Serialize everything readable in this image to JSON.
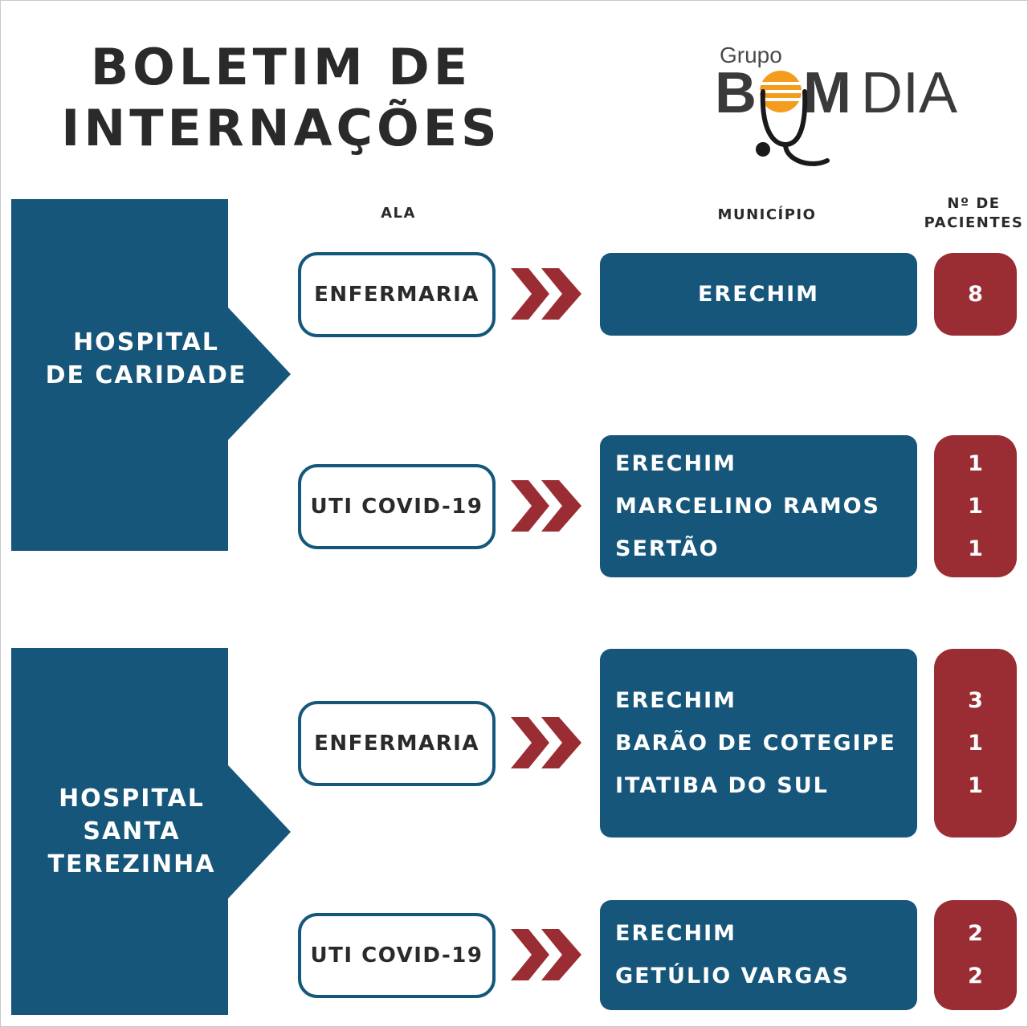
{
  "title": {
    "line1": "BOLETIM DE",
    "line2": "INTERNAÇÕES"
  },
  "logo": {
    "top": "Grupo",
    "brand_bold": "B",
    "brand_m": "M",
    "brand_light": "DIA",
    "stethoscope_icon": "stethoscope-icon"
  },
  "colors": {
    "navy": "#16567a",
    "red": "#9a2d33",
    "dark_text": "#2a2a2a",
    "orange": "#f39c1e"
  },
  "headers": {
    "ala": "ALA",
    "municipio": "MUNICÍPIO",
    "n_line1": "Nº DE",
    "n_line2": "PACIENTES"
  },
  "hospitals": [
    {
      "name_lines": [
        "HOSPITAL",
        "DE CARIDADE"
      ],
      "wards": [
        {
          "ala": "ENFERMARIA",
          "rows": [
            {
              "municipio": "ERECHIM",
              "count": "8"
            }
          ]
        },
        {
          "ala": "UTI COVID-19",
          "rows": [
            {
              "municipio": "ERECHIM",
              "count": "1"
            },
            {
              "municipio": "MARCELINO RAMOS",
              "count": "1"
            },
            {
              "municipio": "SERTÃO",
              "count": "1"
            }
          ]
        }
      ]
    },
    {
      "name_lines": [
        "HOSPITAL",
        "SANTA",
        "TEREZINHA"
      ],
      "wards": [
        {
          "ala": "ENFERMARIA",
          "rows": [
            {
              "municipio": "ERECHIM",
              "count": "3"
            },
            {
              "municipio": "BARÃO DE COTEGIPE",
              "count": "1"
            },
            {
              "municipio": "ITATIBA DO SUL",
              "count": "1"
            }
          ]
        },
        {
          "ala": "UTI COVID-19",
          "rows": [
            {
              "municipio": "ERECHIM",
              "count": "2"
            },
            {
              "municipio": "GETÚLIO VARGAS",
              "count": "2"
            }
          ]
        }
      ]
    }
  ]
}
